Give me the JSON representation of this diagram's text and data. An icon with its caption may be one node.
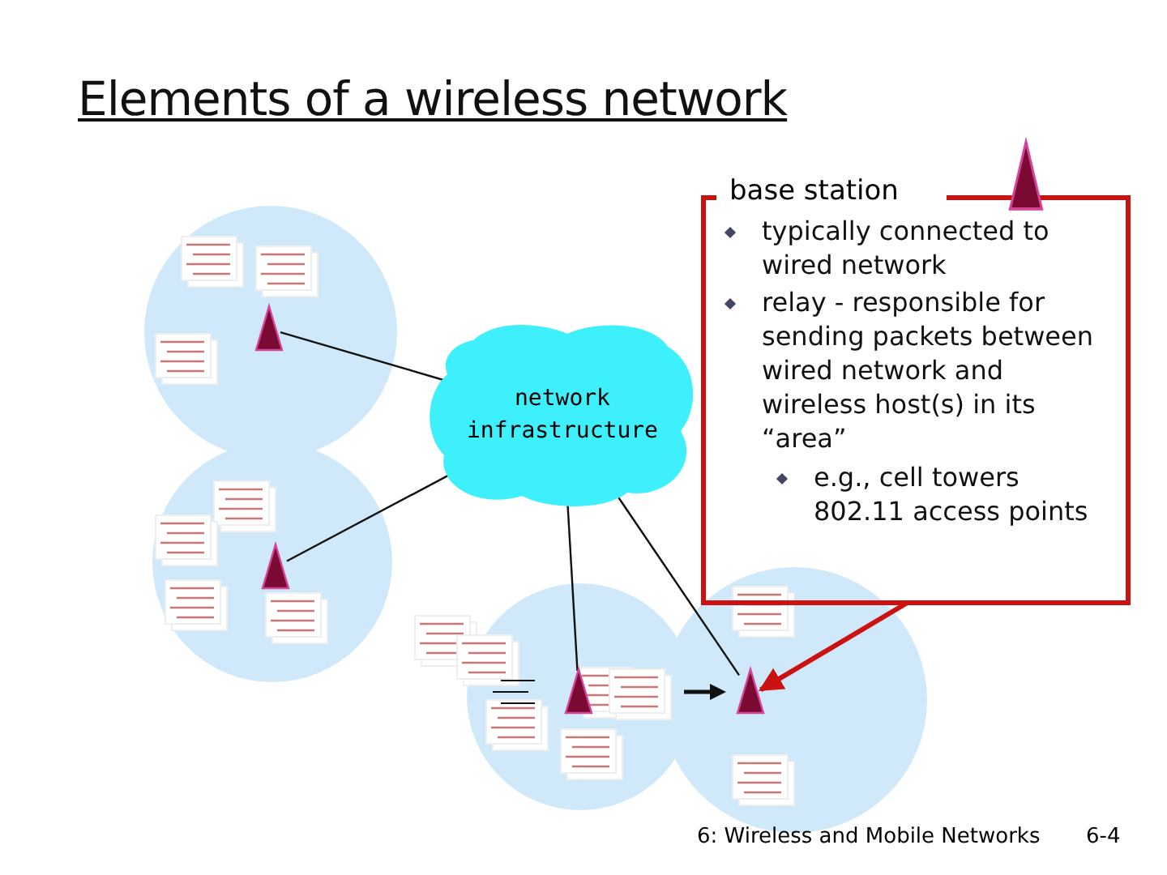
{
  "diagram": {
    "title": "Elements of a wireless network",
    "nodes": [
      {
        "text": [
          "network infrastructure"
        ]
      },
      {
        "text": [
          "base station",
          "typically connected to wired network",
          "relay - responsible for sending packets between wired network and wireless host(s) in its “area”",
          "e.g., cell towers 802.11 access points"
        ]
      },
      {
        "text": [],
        "shape": "triangle"
      },
      {
        "text": [],
        "shape": "triangle"
      },
      {
        "text": [],
        "shape": "triangle"
      },
      {
        "text": [],
        "shape": "triangle"
      },
      {
        "text": [],
        "shape": "triangle"
      }
    ],
    "edges": [
      {
        "from": 0,
        "to": 3,
        "arrow": "none"
      },
      {
        "from": 0,
        "to": 4,
        "arrow": "none"
      },
      {
        "from": 0,
        "to": 5,
        "arrow": "none"
      },
      {
        "from": 0,
        "to": 6,
        "arrow": "none"
      },
      {
        "from": 1,
        "to": 6,
        "arrow": "to",
        "style": "thick",
        "color": "#cc1111"
      }
    ],
    "labels": [
      "6: Wireless and Mobile Networks",
      "6-4"
    ]
  }
}
